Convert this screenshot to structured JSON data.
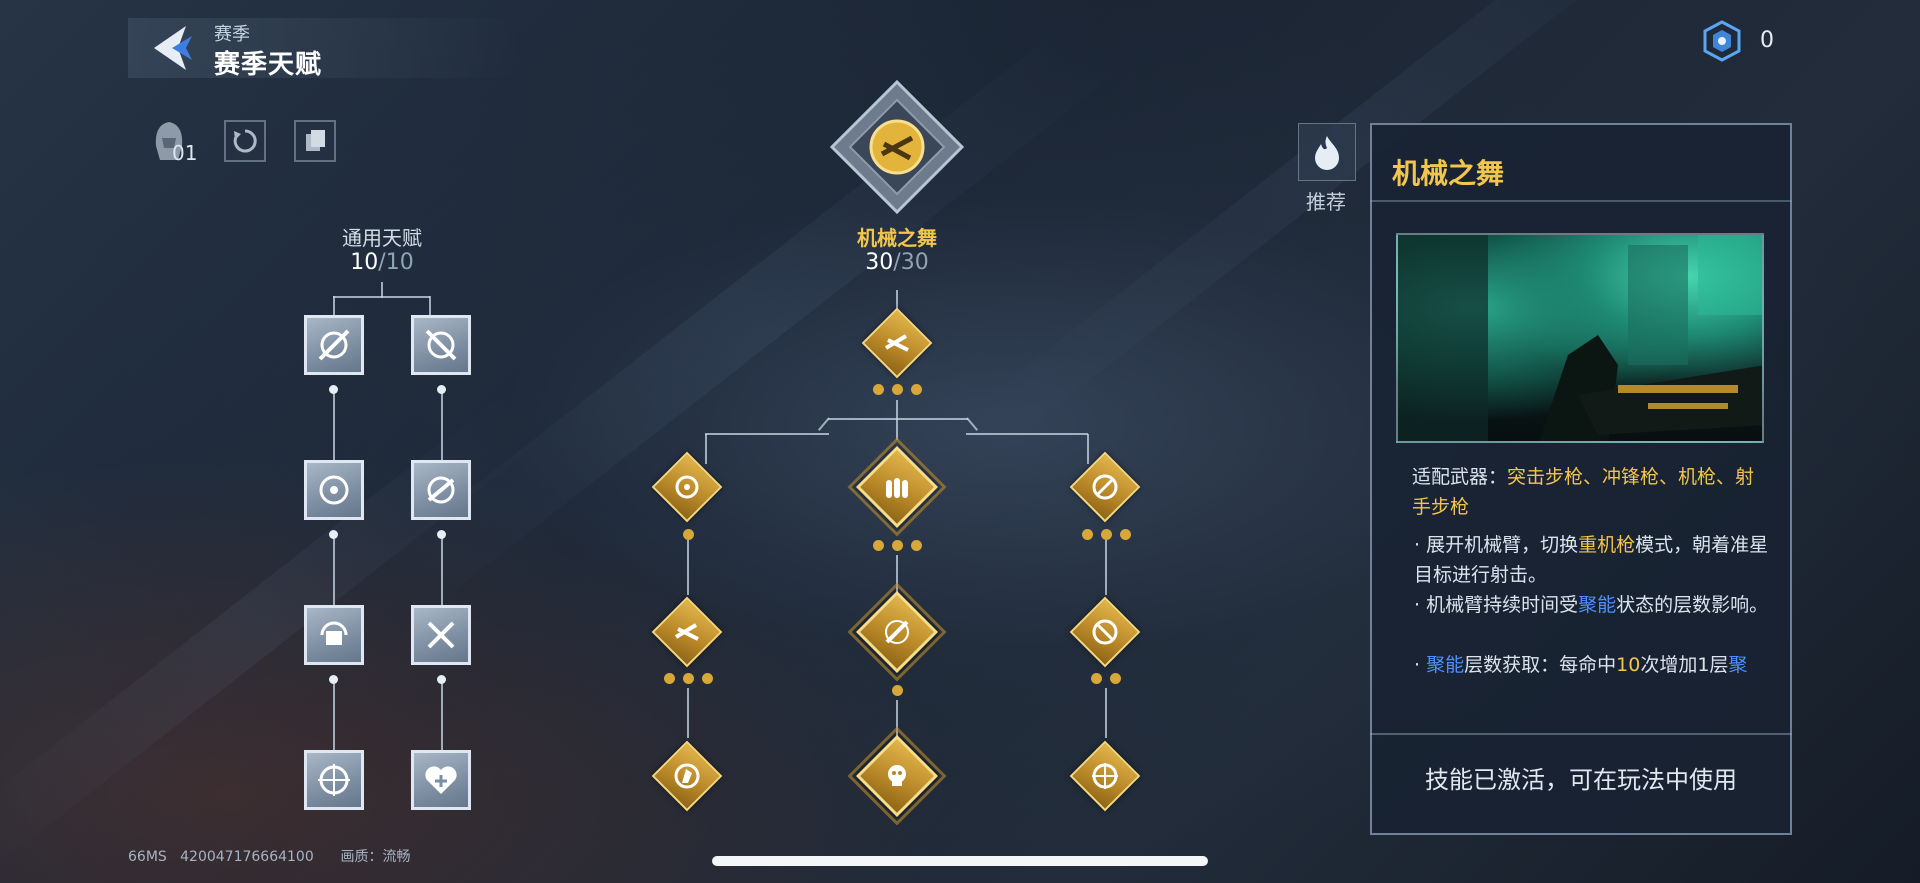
{
  "header": {
    "category": "赛季",
    "title": "赛季天赋"
  },
  "currency": {
    "value": "0",
    "icon": "talent-point-icon"
  },
  "tools": {
    "slot_label": "01"
  },
  "general": {
    "title": "通用天赋",
    "current": "10",
    "max": "/10"
  },
  "tree": {
    "title": "机械之舞",
    "current": "30",
    "max": "/30"
  },
  "recommend": {
    "label": "推荐"
  },
  "detail": {
    "title": "机械之舞",
    "weapons_label": "适配武器：",
    "weapons": "突击步枪、冲锋枪、机枪、射手步枪",
    "desc1_a": "· 展开机械臂，切换",
    "desc1_hl": "重机枪",
    "desc1_b": "模式，朝着准星目标进行射击。",
    "desc2_a": "· 机械臂持续时间受",
    "desc2_hl": "聚能",
    "desc2_b": "状态的层数影响。",
    "desc3_hl1": "聚能",
    "desc3_a": "层数获取：每命中",
    "desc3_num": "10",
    "desc3_b": "次增加1层",
    "desc3_hl2": "聚",
    "footer": "技能已激活，可在玩法中使用"
  },
  "status": {
    "ping": "66MS",
    "uid": "420047176664100",
    "quality_label": "画质：流畅"
  },
  "colors": {
    "gold": "#f2c64d",
    "blue_highlight": "#4d8fff",
    "panel_bg": "#182232"
  }
}
